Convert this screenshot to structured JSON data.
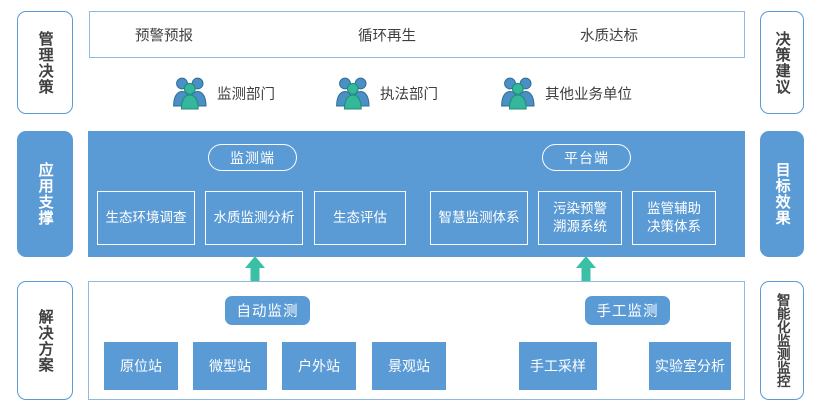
{
  "left_rail": [
    {
      "label": "管理决策",
      "style": "outline",
      "name": "rail-left-management-decision"
    },
    {
      "label": "应用支撑",
      "style": "filled",
      "name": "rail-left-application-support"
    },
    {
      "label": "解决方案",
      "style": "outline",
      "name": "rail-left-solution"
    }
  ],
  "right_rail": [
    {
      "label": "决策建议",
      "style": "outline",
      "name": "rail-right-decision-advice"
    },
    {
      "label": "目标效果",
      "style": "filled",
      "name": "rail-right-target-effect"
    },
    {
      "label": "智能化监测监控",
      "style": "outline",
      "name": "rail-right-intelligent-monitoring"
    }
  ],
  "top_panel": {
    "items": [
      {
        "label": "预警预报"
      },
      {
        "label": "循环再生"
      },
      {
        "label": "水质达标"
      }
    ]
  },
  "actors": [
    {
      "label": "监测部门",
      "icon": "people-group-icon"
    },
    {
      "label": "执法部门",
      "icon": "people-group-icon"
    },
    {
      "label": "其他业务单位",
      "icon": "people-group-icon"
    }
  ],
  "middle_band": {
    "groups": [
      {
        "pill": "监测端",
        "boxes": [
          {
            "label": "生态环境调查"
          },
          {
            "label": "水质监测分析"
          },
          {
            "label": "生态评估"
          }
        ]
      },
      {
        "pill": "平台端",
        "boxes": [
          {
            "label": "智慧监测体系"
          },
          {
            "label": "污染预警\n溯源系统"
          },
          {
            "label": "监管辅助\n决策体系"
          }
        ]
      }
    ]
  },
  "bottom_panel": {
    "groups": [
      {
        "pill": "自动监测",
        "boxes": [
          {
            "label": "原位站"
          },
          {
            "label": "微型站"
          },
          {
            "label": "户外站"
          },
          {
            "label": "景观站"
          }
        ]
      },
      {
        "pill": "手工监测",
        "boxes": [
          {
            "label": "手工采样"
          },
          {
            "label": "实验室分析"
          }
        ]
      }
    ]
  },
  "arrows": [
    {
      "name": "arrow-up-automatic-monitoring",
      "direction": "up"
    },
    {
      "name": "arrow-up-manual-monitoring",
      "direction": "up"
    }
  ],
  "colors": {
    "primary_blue": "#5b9bd5",
    "border_blue": "#8fb9e0",
    "arrow_teal": "#3bbfa5",
    "icon_blue": "#4a90c4",
    "icon_teal": "#35b79b",
    "text_dark": "#3f3f3f",
    "white": "#ffffff"
  }
}
